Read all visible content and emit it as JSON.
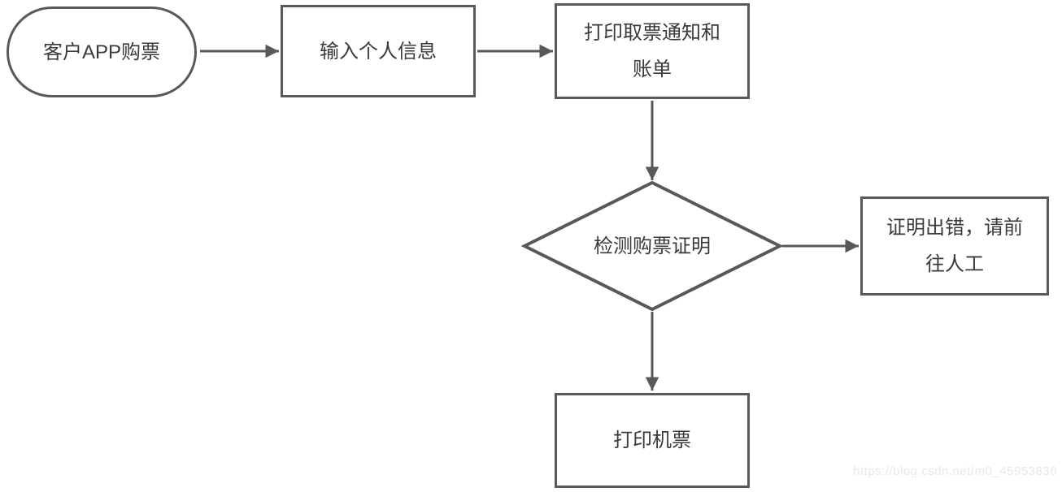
{
  "colors": {
    "shape_border": "#595959",
    "node_text": "#3a3a3a",
    "watermark_text": "#e8e8e8",
    "background": "#ffffff"
  },
  "flowchart": {
    "nodes": [
      {
        "id": "start",
        "type": "terminator",
        "label": "客户APP购票",
        "lines": [
          "客户APP购票"
        ]
      },
      {
        "id": "input-info",
        "type": "process",
        "label": "输入个人信息",
        "lines": [
          "输入个人信息"
        ]
      },
      {
        "id": "print-notice",
        "type": "process",
        "label": "打印取票通知和账单",
        "lines": [
          "打印取票通知和",
          "账单"
        ]
      },
      {
        "id": "check-proof",
        "type": "decision",
        "label": "检测购票证明",
        "lines": [
          "检测购票证明"
        ]
      },
      {
        "id": "proof-error",
        "type": "process",
        "label": "证明出错，请前往人工",
        "lines": [
          "证明出错，请前",
          "往人工"
        ]
      },
      {
        "id": "print-ticket",
        "type": "process",
        "label": "打印机票",
        "lines": [
          "打印机票"
        ]
      }
    ],
    "edges": [
      {
        "from": "start",
        "to": "input-info"
      },
      {
        "from": "input-info",
        "to": "print-notice"
      },
      {
        "from": "print-notice",
        "to": "check-proof"
      },
      {
        "from": "check-proof",
        "to": "proof-error"
      },
      {
        "from": "check-proof",
        "to": "print-ticket"
      }
    ]
  },
  "watermark": {
    "text": "https://blog.csdn.net/m0_45953836"
  }
}
